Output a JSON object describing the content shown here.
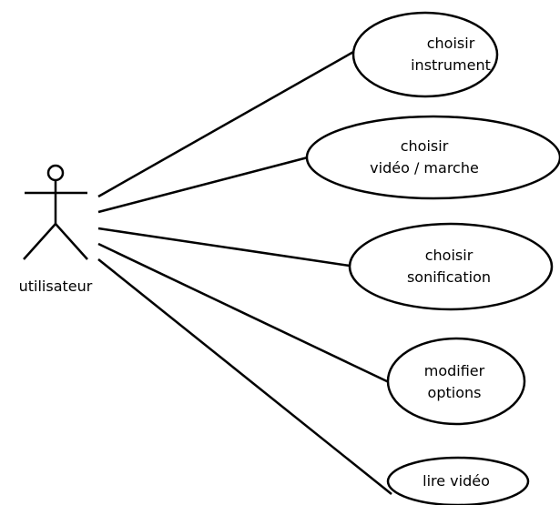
{
  "actor": {
    "label": "utilisateur"
  },
  "use_cases": [
    {
      "id": "choisir-instrument",
      "lines": [
        "choisir",
        "instrument"
      ]
    },
    {
      "id": "choisir-video-marche",
      "lines": [
        "choisir",
        "vidéo / marche"
      ]
    },
    {
      "id": "choisir-sonification",
      "lines": [
        "choisir",
        "sonification"
      ]
    },
    {
      "id": "modifier-options",
      "lines": [
        "modifier",
        "options"
      ]
    },
    {
      "id": "lire-video",
      "lines": [
        "lire vidéo"
      ]
    }
  ],
  "colors": {
    "stroke": "#000000",
    "fill": "#ffffff",
    "text": "#000000"
  }
}
